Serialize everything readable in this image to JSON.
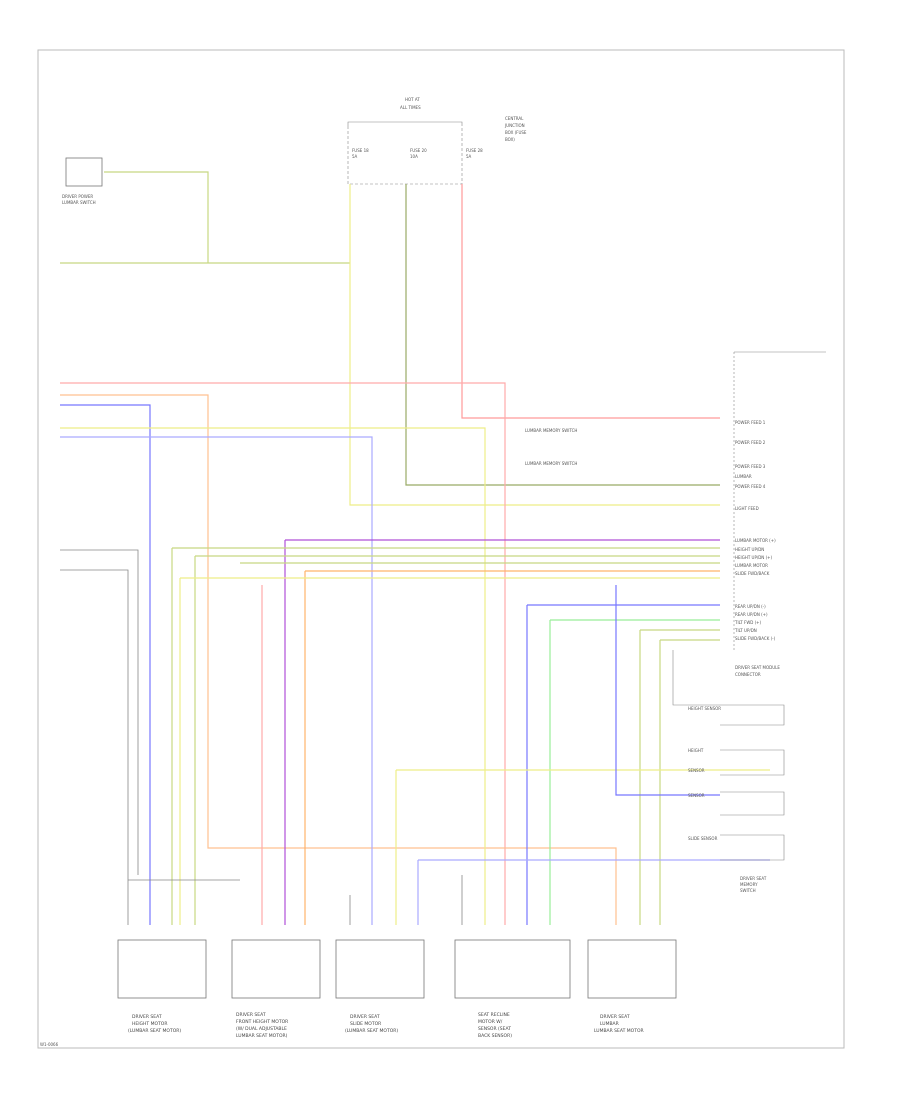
{
  "page": {
    "code": "W1-0066"
  },
  "fuse_box": {
    "title_line1": "HOT AT",
    "title_line2": "ALL TIMES",
    "note": [
      "CENTRAL",
      "JUNCTION",
      "BOX (FUSE",
      "BOX)"
    ],
    "fuses": [
      "FUSE 18",
      "FUSE 20",
      "FUSE 28"
    ],
    "fuse_sub": [
      "5A",
      "10A",
      "5A"
    ]
  },
  "ground": {
    "label": [
      "DRIVER POWER",
      "LUMBAR SWITCH"
    ]
  },
  "module": {
    "title": [
      "DRIVER SEAT MODULE",
      "CONNECTOR"
    ],
    "pins": [
      "POWER FEED 1",
      "POWER FEED 2",
      "POWER FEED 3",
      "LUMBAR",
      "POWER FEED 4",
      "LIGHT FEED",
      "LUMBAR MOTOR (+)",
      "HEIGHT UP/DN",
      "HEIGHT UP/DN (+)",
      "LUMBAR MOTOR",
      "SLIDE FWD/BACK",
      "REAR UP/DN (-)",
      "REAR UP/DN (+)",
      "TILT FWD (+)",
      "TILT UP/DN",
      "SLIDE FWD/BACK (-)"
    ],
    "ctrl_labels": [
      "LUMBAR MEMORY SWITCH",
      "LUMBAR MEMORY SWITCH"
    ]
  },
  "memory": {
    "title": [
      "DRIVER SEAT",
      "MEMORY",
      "SWITCH"
    ],
    "rows": [
      "HEIGHT SENSOR",
      "HEIGHT",
      "SENSOR",
      "SENSOR",
      "SLIDE SENSOR"
    ]
  },
  "motors": [
    {
      "label": [
        "DRIVER SEAT",
        "HEIGHT MOTOR",
        "(LUMBAR SEAT MOTOR)"
      ]
    },
    {
      "label": [
        "DRIVER SEAT",
        "FRONT HEIGHT MOTOR",
        "(W/ DUAL ADJUSTABLE",
        "LUMBAR SEAT MOTOR)"
      ]
    },
    {
      "label": [
        "DRIVER SEAT",
        "SLIDE MOTOR",
        "(LUMBAR SEAT MOTOR)"
      ]
    },
    {
      "label": [
        "SEAT RECLINE",
        "MOTOR W/",
        "SENSOR (SEAT",
        "BACK SENSOR)"
      ]
    },
    {
      "label": [
        "DRIVER SEAT",
        "LUMBAR",
        "LUMBAR SEAT MOTOR"
      ]
    }
  ],
  "colors": {
    "gnyl": "#c8d882",
    "rd": "#ff9a9a",
    "og": "#ffb36b",
    "bu": "#7777ff",
    "ye": "#eeee88",
    "vt": "#b050d8",
    "gn": "#99ee99",
    "dkgn": "#99aa66"
  }
}
